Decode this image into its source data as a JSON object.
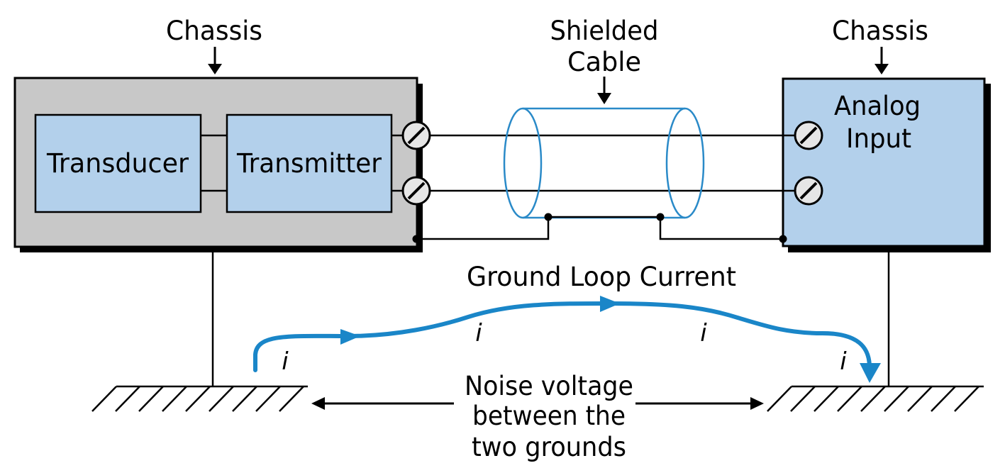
{
  "labels": {
    "chassis_left": "Chassis",
    "chassis_right": "Chassis",
    "shielded_cable_line1": "Shielded",
    "shielded_cable_line2": "Cable",
    "transducer": "Transducer",
    "transmitter": "Transmitter",
    "analog_input_line1": "Analog",
    "analog_input_line2": "Input",
    "ground_loop_current": "Ground Loop Current",
    "current_symbol": "i",
    "noise_line1": "Noise voltage",
    "noise_line2": "between the",
    "noise_line3": "two grounds"
  },
  "colors": {
    "chassis_fill": "#c8c8c8",
    "box_fill": "#b3d0eb",
    "current_path": "#1a86c8",
    "shield_outline": "#2a8ac8",
    "shadow": "#000000",
    "terminal_fill": "#e6e6e6"
  }
}
